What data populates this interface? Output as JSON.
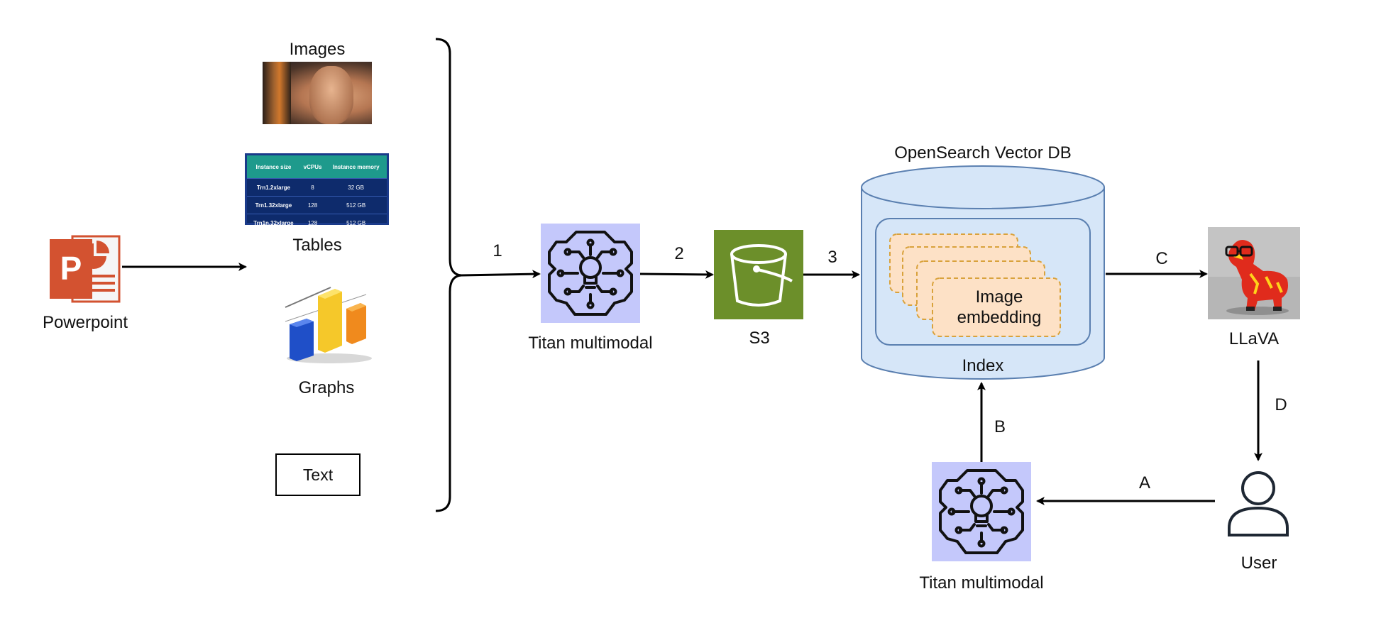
{
  "diagram": {
    "source": {
      "label": "Powerpoint",
      "icon": "powerpoint-icon"
    },
    "content_types": {
      "images": {
        "label": "Images"
      },
      "tables": {
        "label": "Tables",
        "table": {
          "headers": [
            "Instance size",
            "vCPUs",
            "Instance memory"
          ],
          "rows": [
            [
              "Trn1.2xlarge",
              "8",
              "32 GB"
            ],
            [
              "Trn1.32xlarge",
              "128",
              "512 GB"
            ],
            [
              "Trn1n.32xlarge",
              "128",
              "512 GB"
            ]
          ]
        }
      },
      "graphs": {
        "label": "Graphs"
      },
      "text": {
        "label": "Text"
      }
    },
    "nodes": {
      "titan_top": {
        "label": "Titan multimodal",
        "icon": "circuit-brain-icon"
      },
      "s3": {
        "label": "S3",
        "icon": "bucket-icon"
      },
      "db": {
        "title": "OpenSearch Vector DB",
        "index_label": "Index",
        "card_label_line1": "Image",
        "card_label_line2": "embedding"
      },
      "llava": {
        "label": "LLaVA"
      },
      "user": {
        "label": "User",
        "icon": "user-icon"
      },
      "titan_bottom": {
        "label": "Titan multimodal",
        "icon": "circuit-brain-icon"
      }
    },
    "edges": {
      "step1": "1",
      "step2": "2",
      "step3": "3",
      "stepA": "A",
      "stepB": "B",
      "stepC": "C",
      "stepD": "D"
    },
    "colors": {
      "titan_bg": "#c4c8fb",
      "s3_bg": "#6c8f2a",
      "db_fill": "#d6e6f8",
      "db_stroke": "#5a7fb0",
      "card_fill": "#fde1c6",
      "card_stroke": "#d9a23c",
      "ppt_orange": "#d35230"
    }
  }
}
